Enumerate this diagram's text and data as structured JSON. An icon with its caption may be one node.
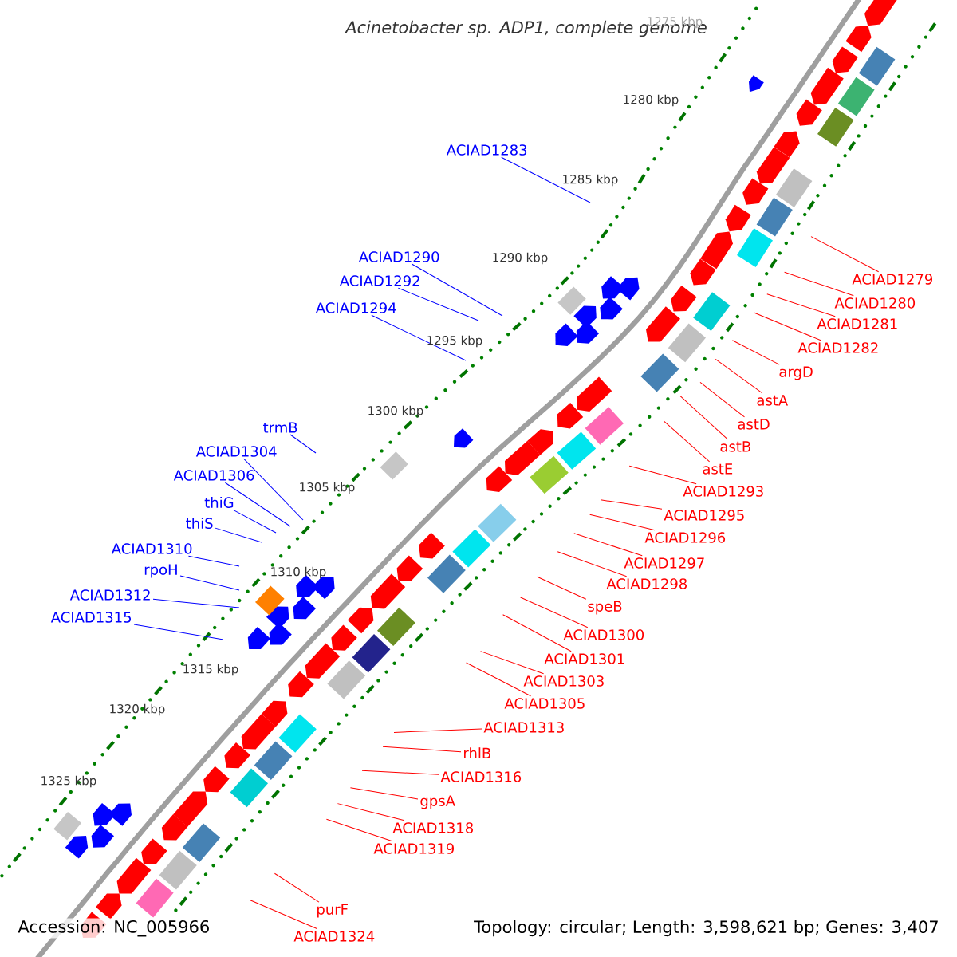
{
  "diagram": {
    "title": "Acinetobacter sp. ADP1, complete genome",
    "nodes": [
      {
        "text": [
          "ACIAD1283"
        ]
      },
      {
        "text": [
          "ACIAD1290"
        ]
      },
      {
        "text": [
          "ACIAD1279"
        ]
      },
      {
        "text": [
          "ACIAD1292"
        ]
      },
      {
        "text": [
          "ACIAD1280"
        ]
      },
      {
        "text": [
          "ACIAD1294"
        ]
      },
      {
        "text": [
          "ACIAD1281"
        ]
      },
      {
        "text": [
          "ACIAD1282"
        ]
      },
      {
        "text": [
          "argD"
        ]
      },
      {
        "text": [
          "astA"
        ]
      },
      {
        "text": [
          "astD"
        ]
      },
      {
        "text": [
          "trmB"
        ]
      },
      {
        "text": [
          "astB"
        ]
      },
      {
        "text": [
          "ACIAD1304"
        ]
      },
      {
        "text": [
          "astE"
        ]
      },
      {
        "text": [
          "ACIAD1306"
        ]
      },
      {
        "text": [
          "ACIAD1293"
        ]
      },
      {
        "text": [
          "thiG"
        ]
      },
      {
        "text": [
          "ACIAD1295"
        ]
      },
      {
        "text": [
          "thiS"
        ]
      },
      {
        "text": [
          "ACIAD1296"
        ]
      },
      {
        "text": [
          "ACIAD1310"
        ]
      },
      {
        "text": [
          "ACIAD1297"
        ]
      },
      {
        "text": [
          "rpoH"
        ]
      },
      {
        "text": [
          "ACIAD1298"
        ]
      },
      {
        "text": [
          "ACIAD1312"
        ]
      },
      {
        "text": [
          "speB"
        ]
      },
      {
        "text": [
          "ACIAD1315"
        ]
      },
      {
        "text": [
          "ACIAD1300"
        ]
      },
      {
        "text": [
          "ACIAD1301"
        ]
      },
      {
        "text": [
          "ACIAD1303"
        ]
      },
      {
        "text": [
          "ACIAD1305"
        ]
      },
      {
        "text": [
          "ACIAD1313"
        ]
      },
      {
        "text": [
          "rhlB"
        ]
      },
      {
        "text": [
          "ACIAD1316"
        ]
      },
      {
        "text": [
          "gpsA"
        ]
      },
      {
        "text": [
          "ACIAD1318"
        ]
      },
      {
        "text": [
          "ACIAD1319"
        ]
      },
      {
        "text": [
          "purF"
        ]
      },
      {
        "text": [
          "ACIAD1324"
        ]
      }
    ],
    "edges": [
      {
        "from": 0,
        "to": null,
        "arrow": "none",
        "color": "#0000ff"
      },
      {
        "from": 1,
        "to": null,
        "arrow": "none",
        "color": "#0000ff"
      },
      {
        "from": 2,
        "to": null,
        "arrow": "none"
      },
      {
        "from": 3,
        "to": null,
        "arrow": "none",
        "color": "#0000ff"
      },
      {
        "from": 4,
        "to": null,
        "arrow": "none"
      },
      {
        "from": 5,
        "to": null,
        "arrow": "none",
        "color": "#0000ff"
      },
      {
        "from": 6,
        "to": null,
        "arrow": "none"
      },
      {
        "from": 7,
        "to": null,
        "arrow": "none"
      },
      {
        "from": 8,
        "to": null,
        "arrow": "none"
      },
      {
        "from": 9,
        "to": null,
        "arrow": "none"
      },
      {
        "from": 10,
        "to": null,
        "arrow": "none"
      },
      {
        "from": 11,
        "to": null,
        "arrow": "none",
        "color": "#0000ff"
      },
      {
        "from": 12,
        "to": null,
        "arrow": "none"
      },
      {
        "from": 13,
        "to": null,
        "arrow": "none",
        "color": "#0000ff"
      },
      {
        "from": 14,
        "to": null,
        "arrow": "none"
      },
      {
        "from": 15,
        "to": null,
        "arrow": "none",
        "color": "#0000ff"
      },
      {
        "from": 16,
        "to": null,
        "arrow": "none"
      },
      {
        "from": 17,
        "to": null,
        "arrow": "none",
        "color": "#0000ff"
      },
      {
        "from": 18,
        "to": null,
        "arrow": "none"
      },
      {
        "from": 19,
        "to": null,
        "arrow": "none",
        "color": "#0000ff"
      },
      {
        "from": 20,
        "to": null,
        "arrow": "none"
      },
      {
        "from": 21,
        "to": null,
        "arrow": "none",
        "color": "#0000ff"
      },
      {
        "from": 22,
        "to": null,
        "arrow": "none"
      },
      {
        "from": 23,
        "to": null,
        "arrow": "none",
        "color": "#0000ff"
      },
      {
        "from": 24,
        "to": null,
        "arrow": "none"
      },
      {
        "from": 25,
        "to": null,
        "arrow": "none",
        "color": "#0000ff"
      },
      {
        "from": 26,
        "to": null,
        "arrow": "none"
      },
      {
        "from": 27,
        "to": null,
        "arrow": "none",
        "color": "#0000ff"
      },
      {
        "from": 28,
        "to": null,
        "arrow": "none"
      },
      {
        "from": 29,
        "to": null,
        "arrow": "none"
      },
      {
        "from": 30,
        "to": null,
        "arrow": "none"
      },
      {
        "from": 31,
        "to": null,
        "arrow": "none"
      },
      {
        "from": 32,
        "to": null,
        "arrow": "none"
      },
      {
        "from": 33,
        "to": null,
        "arrow": "none"
      },
      {
        "from": 34,
        "to": null,
        "arrow": "none"
      },
      {
        "from": 35,
        "to": null,
        "arrow": "none"
      },
      {
        "from": 36,
        "to": null,
        "arrow": "none"
      },
      {
        "from": 37,
        "to": null,
        "arrow": "none"
      },
      {
        "from": 38,
        "to": null,
        "arrow": "none"
      },
      {
        "from": 39,
        "to": null,
        "arrow": "none"
      }
    ],
    "labels": [
      "1275 kbp",
      "1280 kbp",
      "1285 kbp",
      "1290 kbp",
      "1295 kbp",
      "1300 kbp",
      "1305 kbp",
      "1310 kbp",
      "1315 kbp",
      "1320 kbp",
      "1325 kbp",
      "Accession: NC_005966",
      "Topology: circular; Length: 3,598,621 bp; Genes: 3,407"
    ]
  }
}
